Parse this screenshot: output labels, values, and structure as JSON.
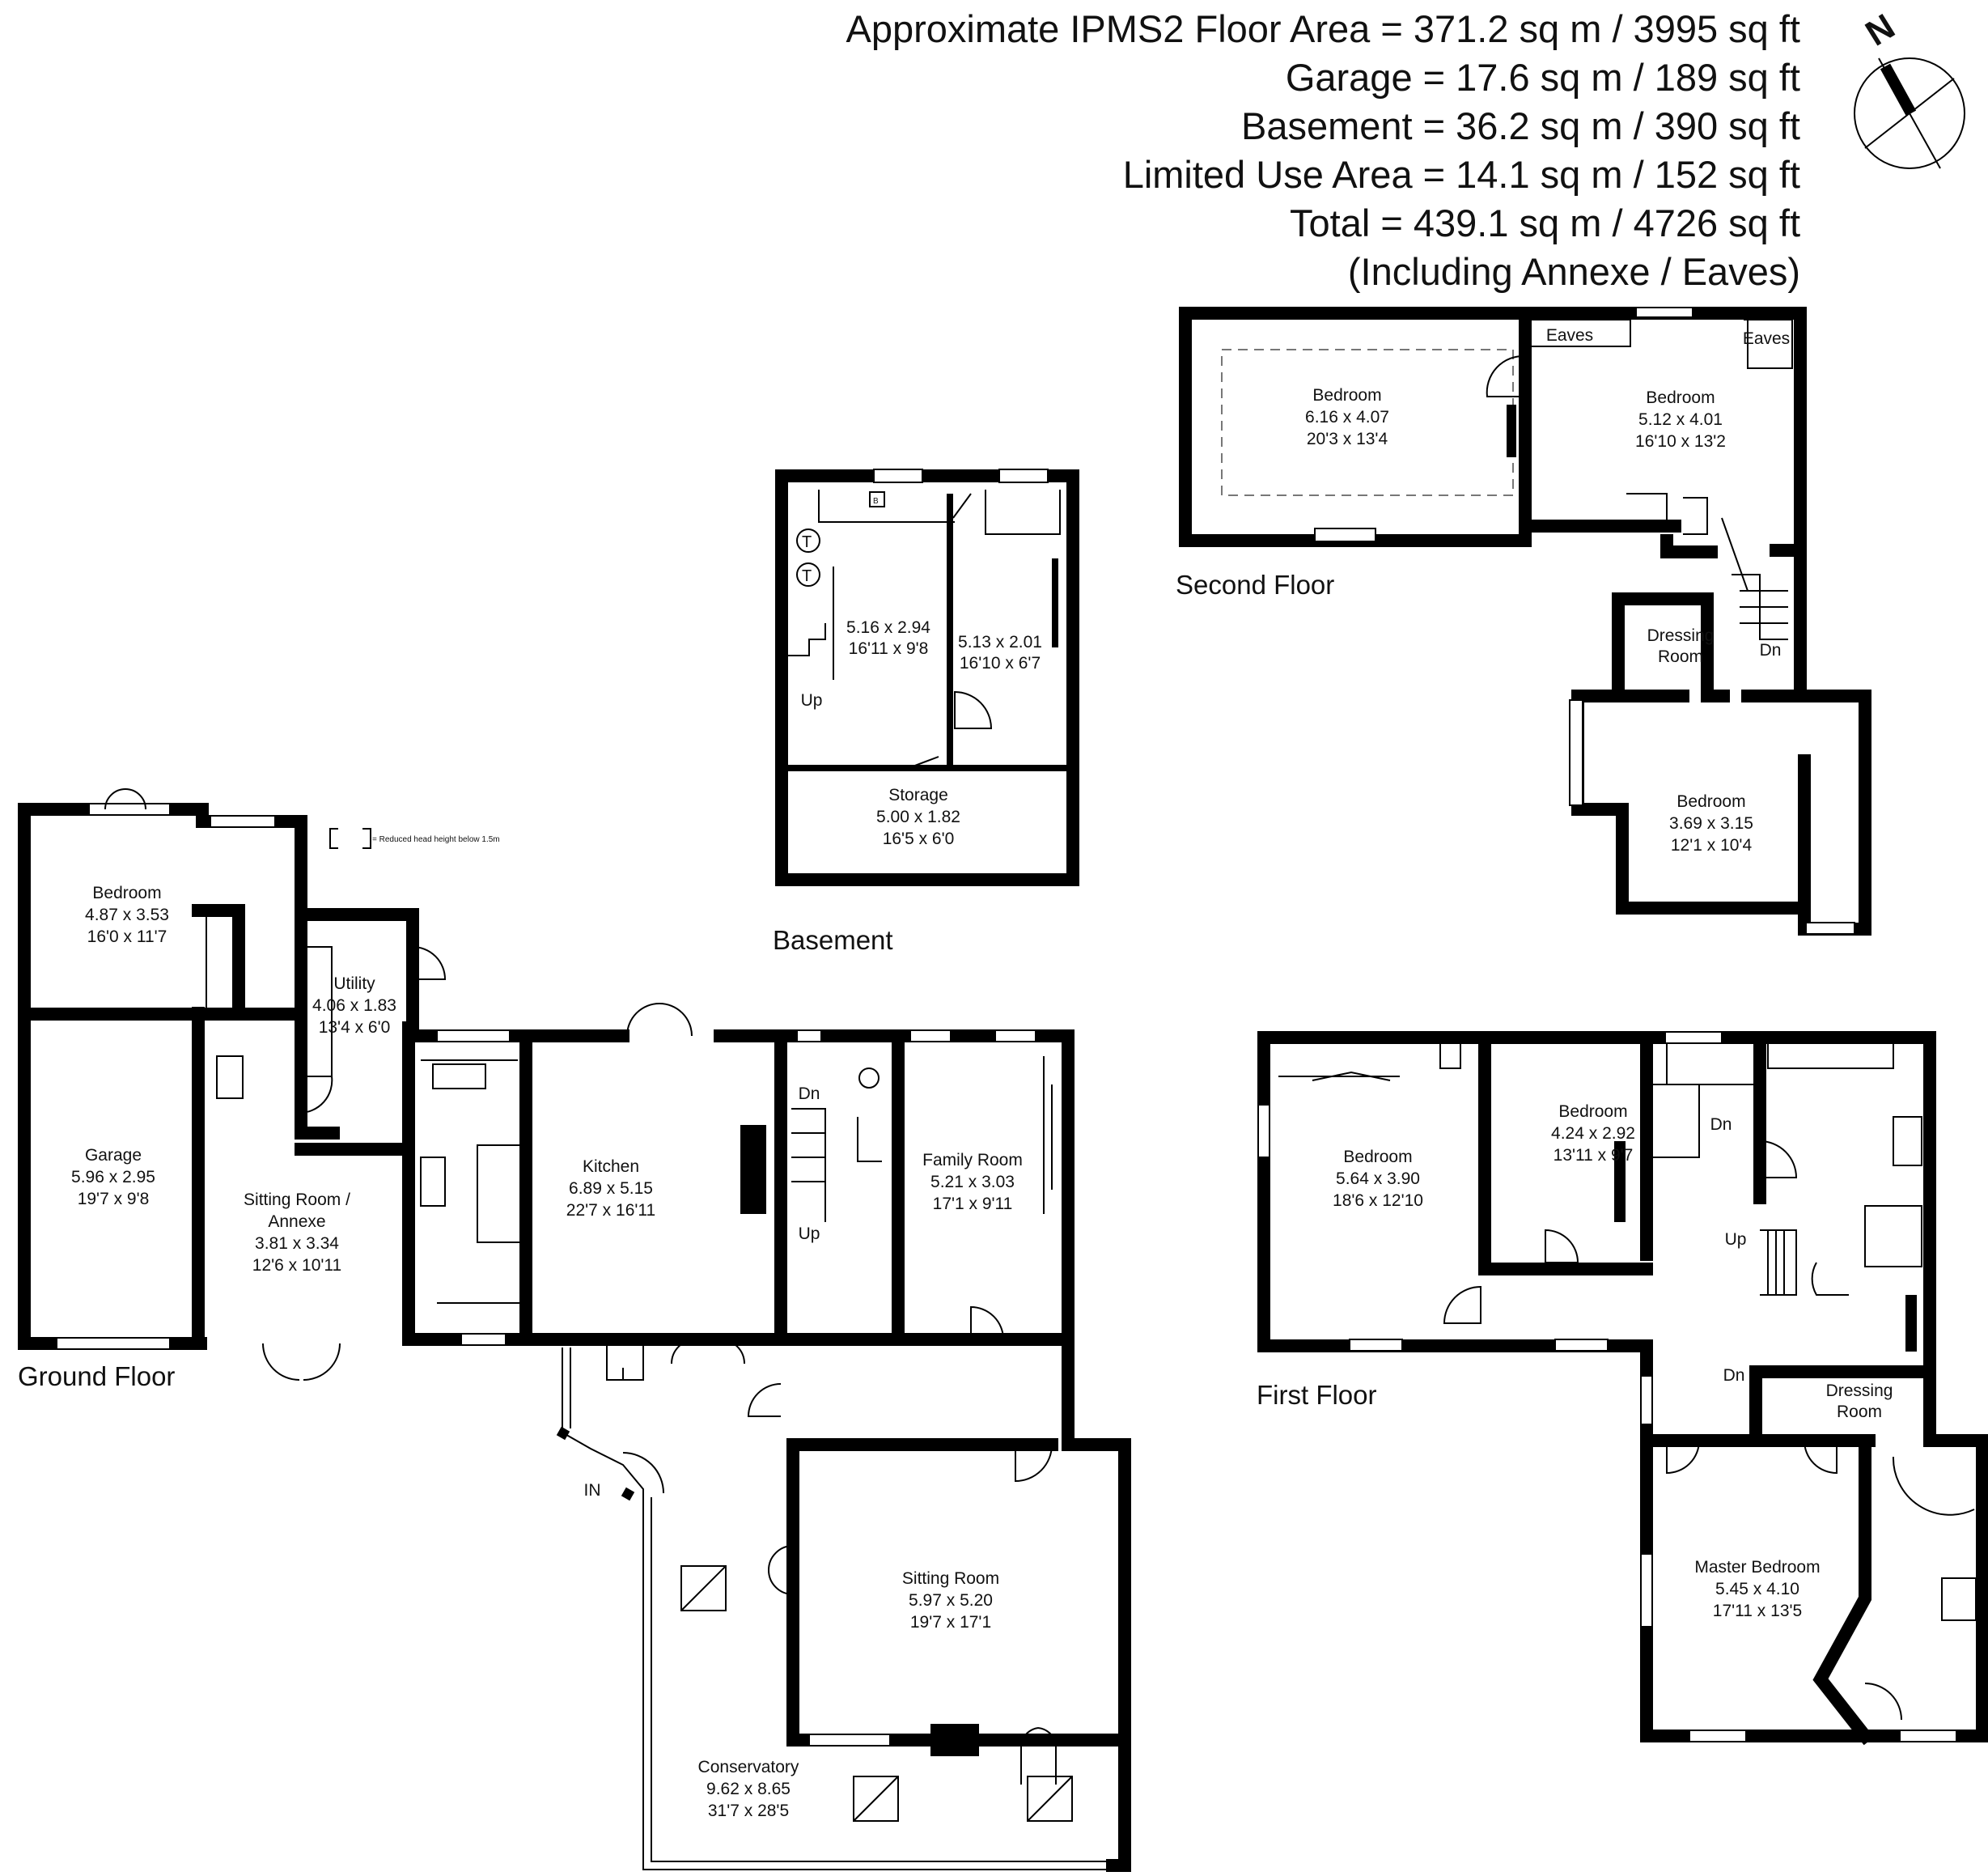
{
  "header": {
    "lines": [
      "Approximate IPMS2 Floor Area = 371.2 sq m / 3995 sq ft",
      "Garage = 17.6 sq m / 189 sq ft",
      "Basement = 36.2 sq m / 390 sq ft",
      "Limited Use Area = 14.1 sq m / 152 sq ft",
      "Total = 439.1 sq m / 4726 sq ft",
      "(Including Annexe / Eaves)"
    ]
  },
  "compass": {
    "label": "N",
    "icon": "north-arrow-icon"
  },
  "legend": {
    "text": "= Reduced head height below 1.5m"
  },
  "floors": {
    "ground": "Ground Floor",
    "basement": "Basement",
    "first": "First Floor",
    "second": "Second Floor"
  },
  "rooms": {
    "gf_bedroom": {
      "name": "Bedroom",
      "metric": "4.87 x 3.53",
      "imperial": "16'0 x 11'7"
    },
    "gf_garage": {
      "name": "Garage",
      "metric": "5.96 x 2.95",
      "imperial": "19'7 x 9'8"
    },
    "gf_utility": {
      "name": "Utility",
      "metric": "4.06 x 1.83",
      "imperial": "13'4 x 6'0"
    },
    "gf_sitting_annexe": {
      "name1": "Sitting Room /",
      "name2": "Annexe",
      "metric": "3.81 x 3.34",
      "imperial": "12'6 x 10'11"
    },
    "gf_kitchen": {
      "name": "Kitchen",
      "metric": "6.89 x 5.15",
      "imperial": "22'7 x 16'11"
    },
    "gf_family": {
      "name": "Family Room",
      "metric": "5.21 x 3.03",
      "imperial": "17'1 x 9'11"
    },
    "gf_sitting": {
      "name": "Sitting Room",
      "metric": "5.97 x 5.20",
      "imperial": "19'7 x 17'1"
    },
    "gf_conservatory": {
      "name": "Conservatory",
      "metric": "9.62 x 8.65",
      "imperial": "31'7 x 28'5"
    },
    "bs_room1": {
      "metric": "5.16 x 2.94",
      "imperial": "16'11 x 9'8"
    },
    "bs_room2": {
      "metric": "5.13 x 2.01",
      "imperial": "16'10 x 6'7"
    },
    "bs_storage": {
      "name": "Storage",
      "metric": "5.00 x 1.82",
      "imperial": "16'5 x 6'0"
    },
    "ff_bedroom1": {
      "name": "Bedroom",
      "metric": "5.64 x 3.90",
      "imperial": "18'6 x 12'10"
    },
    "ff_bedroom2": {
      "name": "Bedroom",
      "metric": "4.24 x 2.92",
      "imperial": "13'11 x 9'7"
    },
    "ff_dressing": {
      "name1": "Dressing",
      "name2": "Room"
    },
    "ff_master": {
      "name": "Master Bedroom",
      "metric": "5.45 x 4.10",
      "imperial": "17'11 x 13'5"
    },
    "sf_bedroom1": {
      "name": "Bedroom",
      "metric": "6.16 x 4.07",
      "imperial": "20'3 x 13'4"
    },
    "sf_bedroom2": {
      "name": "Bedroom",
      "metric": "5.12 x 4.01",
      "imperial": "16'10 x 13'2"
    },
    "sf_bedroom3": {
      "name": "Bedroom",
      "metric": "3.69 x 3.15",
      "imperial": "12'1 x 10'4"
    },
    "sf_dressing": {
      "name1": "Dressing",
      "name2": "Room"
    },
    "sf_eaves1": {
      "name": "Eaves"
    },
    "sf_eaves2": {
      "name": "Eaves"
    }
  },
  "stairs": {
    "up": "Up",
    "dn": "Dn"
  },
  "entrance": {
    "label": "IN"
  },
  "fixtures": {
    "thermostat": "T",
    "boiler": "B"
  }
}
